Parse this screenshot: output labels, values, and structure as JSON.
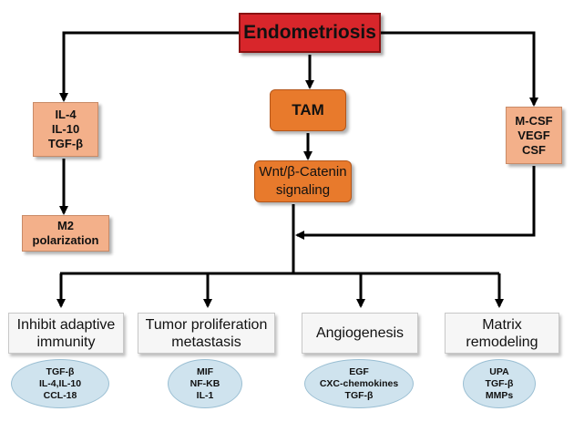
{
  "root": {
    "label": "Endometriosis"
  },
  "tam": {
    "label": "TAM"
  },
  "wnt": {
    "lines": [
      "Wnt/β-Catenin",
      "signaling"
    ]
  },
  "left_cytokines": {
    "lines": [
      "IL-4",
      "IL-10",
      "TGF-β"
    ]
  },
  "m2": {
    "lines": [
      "M2",
      "polarization"
    ]
  },
  "right_cytokines": {
    "lines": [
      "M-CSF",
      "VEGF",
      "CSF"
    ]
  },
  "outcomes": [
    {
      "title_lines": [
        "Inhibit adaptive",
        "immunity"
      ],
      "markers": [
        "TGF-β",
        "IL-4,IL-10",
        "CCL-18"
      ]
    },
    {
      "title_lines": [
        "Tumor proliferation",
        "metastasis"
      ],
      "markers": [
        "MIF",
        "NF-KB",
        "IL-1"
      ]
    },
    {
      "title_lines": [
        "Angiogenesis"
      ],
      "markers": [
        "EGF",
        "CXC-chemokines",
        "TGF-β"
      ]
    },
    {
      "title_lines": [
        "Matrix",
        "remodeling"
      ],
      "markers": [
        "UPA",
        "TGF-β",
        "MMPs"
      ]
    }
  ],
  "colors": {
    "root_fill": "#d8262b",
    "tam_fill": "#e87a2c",
    "cytokine_fill": "#f3b08a",
    "outcome_fill": "#f6f6f6",
    "marker_fill": "#cfe3ee",
    "arrow": "#000000"
  }
}
